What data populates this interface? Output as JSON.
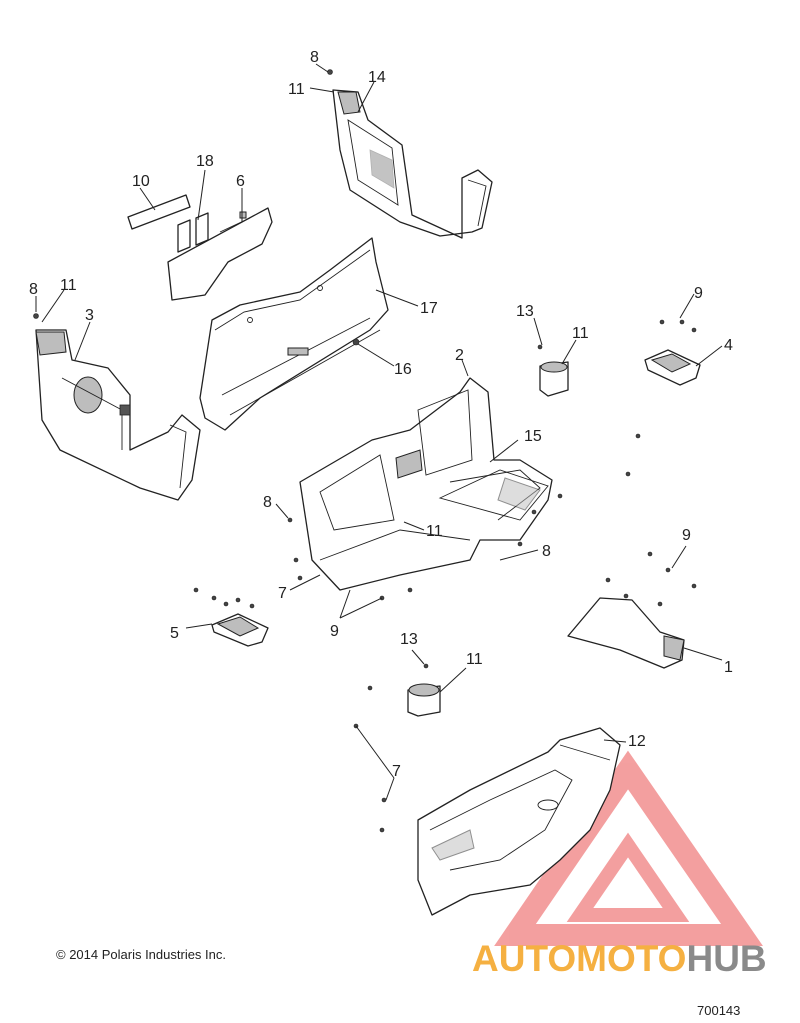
{
  "callouts": [
    {
      "label": "8"
    },
    {
      "label": "11"
    },
    {
      "label": "14"
    },
    {
      "label": "18"
    },
    {
      "label": "10"
    },
    {
      "label": "6"
    },
    {
      "label": "8"
    },
    {
      "label": "11"
    },
    {
      "label": "3"
    },
    {
      "label": "17"
    },
    {
      "label": "16"
    },
    {
      "label": "13"
    },
    {
      "label": "11"
    },
    {
      "label": "9"
    },
    {
      "label": "4"
    },
    {
      "label": "2"
    },
    {
      "label": "15"
    },
    {
      "label": "8"
    },
    {
      "label": "11"
    },
    {
      "label": "8"
    },
    {
      "label": "7"
    },
    {
      "label": "9"
    },
    {
      "label": "5"
    },
    {
      "label": "9"
    },
    {
      "label": "1"
    },
    {
      "label": "13"
    },
    {
      "label": "11"
    },
    {
      "label": "7"
    },
    {
      "label": "12"
    }
  ],
  "copyright": "© 2014 Polaris Industries Inc.",
  "drawing_number": "700143",
  "watermark": {
    "text_orange": "AUTOMOTO",
    "text_gray": "HUB",
    "color_orange": "#f5b041",
    "color_gray": "#8a8a8a",
    "color_red": "#f08080"
  }
}
